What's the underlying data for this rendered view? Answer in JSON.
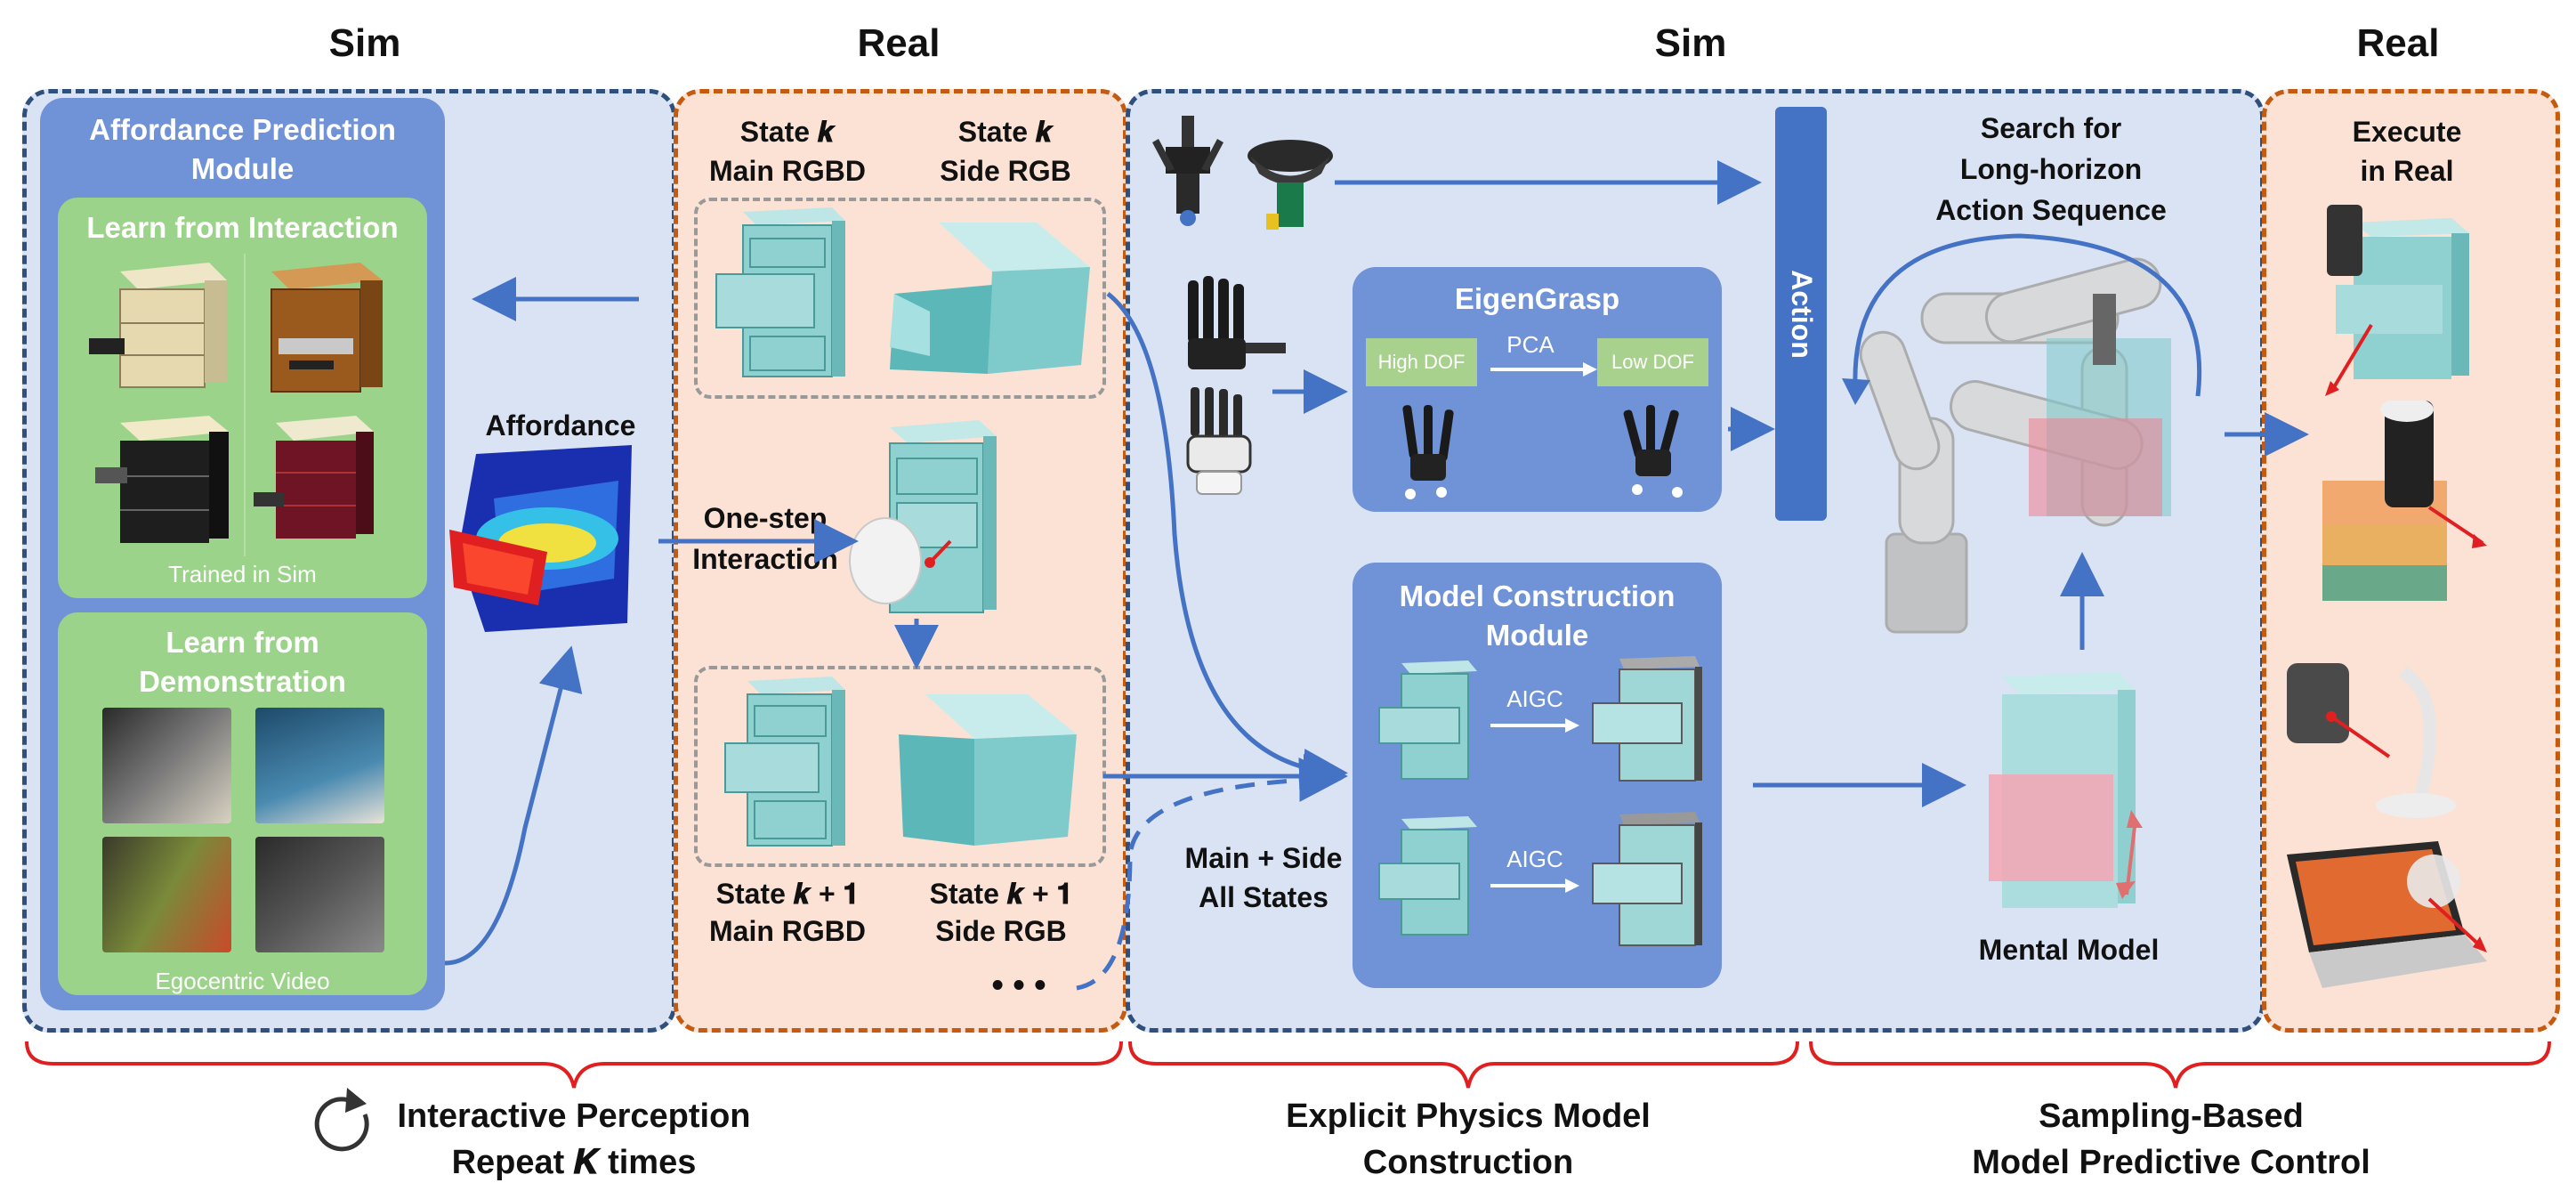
{
  "headers": {
    "sim_left": "Sim",
    "real_left": "Real",
    "sim_mid": "Sim",
    "real_right": "Real"
  },
  "affordance_module": {
    "title_line1": "Affordance Prediction",
    "title_line2": "Module",
    "interaction": {
      "title": "Learn from Interaction",
      "caption": "Trained in Sim"
    },
    "demonstration": {
      "title_line1": "Learn from",
      "title_line2": "Demonstration",
      "caption": "Egocentric Video"
    }
  },
  "affordance_label": "Affordance",
  "one_step": {
    "line1": "One-step",
    "line2": "Interaction"
  },
  "state_k": {
    "main_line1": "State 𝒌",
    "main_line2": "Main RGBD",
    "side_line1": "State 𝒌",
    "side_line2": "Side RGB"
  },
  "state_k1": {
    "main_line1": "State 𝒌 + 𝟏",
    "main_line2": "Main RGBD",
    "side_line1": "State 𝒌 + 𝟏",
    "side_line2": "Side RGB"
  },
  "ellipsis": "• • •",
  "main_side": {
    "line1": "Main + Side",
    "line2": "All States"
  },
  "eigengrasp": {
    "title": "EigenGrasp",
    "high": "High DOF",
    "pca": "PCA",
    "low": "Low DOF"
  },
  "model_construction": {
    "title_line1": "Model Construction",
    "title_line2": "Module",
    "aigc1": "AIGC",
    "aigc2": "AIGC"
  },
  "action_label": "Action",
  "search": {
    "line1": "Search for",
    "line2": "Long-horizon",
    "line3": "Action Sequence"
  },
  "mental_model": "Mental Model",
  "execute": {
    "line1": "Execute",
    "line2": "in Real"
  },
  "sections": {
    "interactive": {
      "line1": "Interactive Perception",
      "line2": "Repeat 𝑲 times"
    },
    "explicit": {
      "line1": "Explicit Physics Model",
      "line2": "Construction"
    },
    "sampling": {
      "line1": "Sampling-Based",
      "line2": "Model Predictive Control"
    }
  },
  "colors": {
    "sim_bg": "#dae3f3",
    "real_bg": "#fbe2d5",
    "module_blue": "#6f93d6",
    "green": "#9cd38a",
    "action_bar": "#4472c4",
    "arrow": "#4472c4",
    "brace": "#e02020",
    "cabinet": "#7cc8c8"
  }
}
